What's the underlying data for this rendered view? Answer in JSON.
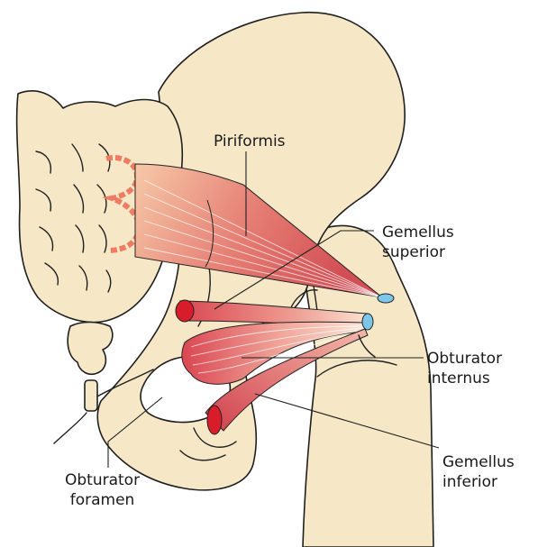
{
  "labels": {
    "piriformis": "Piriformis",
    "gemellus_superior": [
      "Gemellus",
      "superior"
    ],
    "obturator_internus": [
      "Obturator",
      "internus"
    ],
    "gemellus_inferior": [
      "Gemellus",
      "inferior"
    ],
    "obturator_foramen": [
      "Obturator",
      "foramen"
    ]
  },
  "colors": {
    "bone": "#f6e8c6",
    "muscle": "#e05a5a",
    "muscle_light": "#f7c9b8",
    "tendon_cut": "#d91c2a",
    "insertion": "#7cc6ea",
    "origin_outline": "#f07b63"
  }
}
